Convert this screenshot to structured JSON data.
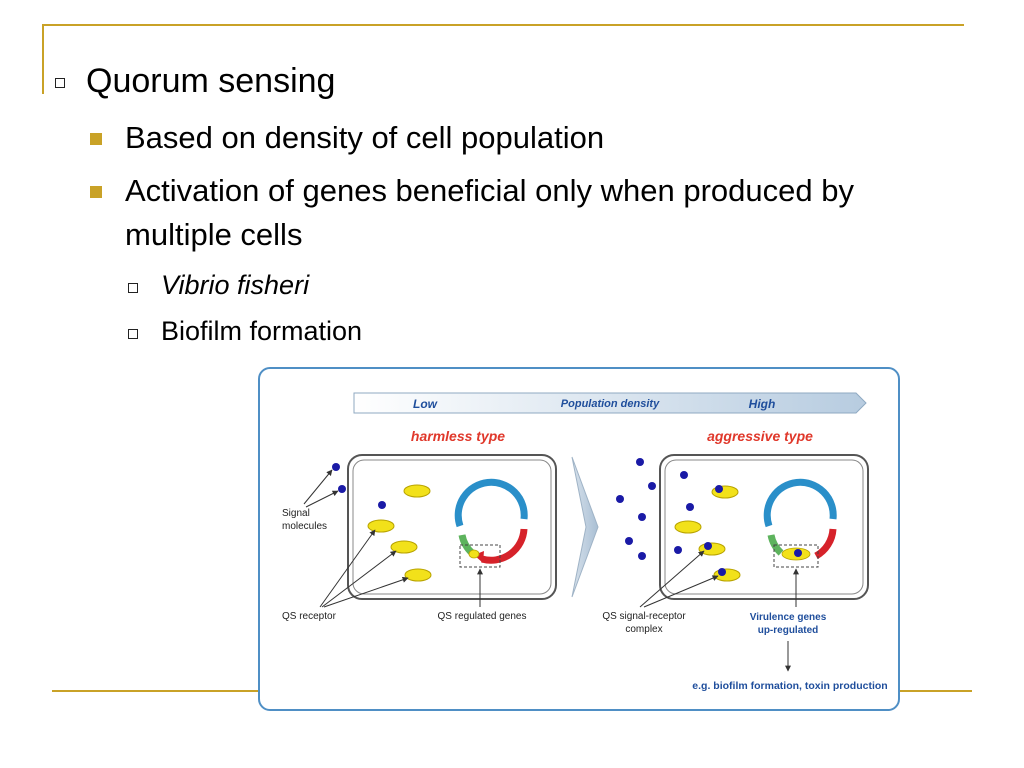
{
  "slide": {
    "bullets": {
      "level1": "Quorum sensing",
      "level2": [
        "Based on density of cell population",
        "Activation of genes beneficial only when produced by",
        "multiple cells"
      ],
      "level3": [
        "Vibrio fisheri",
        "Biofilm formation"
      ]
    },
    "figure": {
      "density": {
        "low": "Low",
        "label": "Population density",
        "high": "High"
      },
      "left_title": "harmless type",
      "right_title": "aggressive type",
      "signal_line1": "Signal",
      "signal_line2": "molecules",
      "qs_receptor": "QS receptor",
      "qs_genes": "QS regulated genes",
      "complex_line1": "QS signal-receptor",
      "complex_line2": "complex",
      "virulence_line1": "Virulence genes",
      "virulence_line2": "up-regulated",
      "example": "e.g. biofilm formation, toxin production"
    },
    "colors": {
      "accent": "#c9a227",
      "frame": "#4f8fc5",
      "title_red": "#e0382b",
      "label_blue": "#1f4e9c"
    }
  }
}
